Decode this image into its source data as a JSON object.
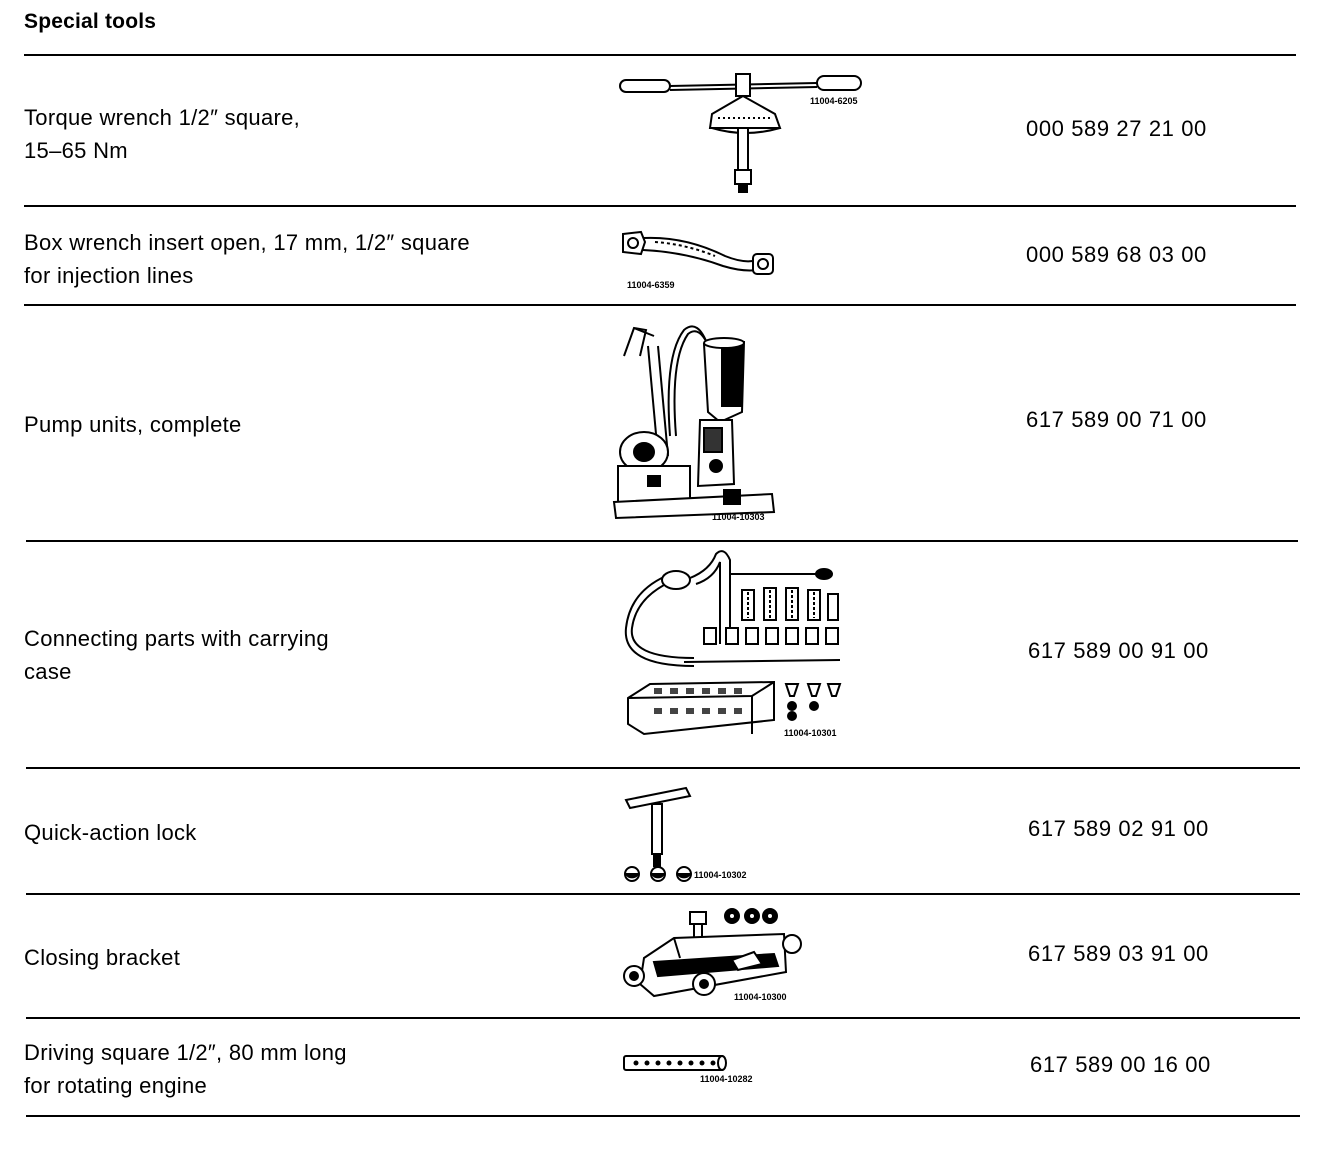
{
  "page": {
    "heading": "Special tools"
  },
  "tools": [
    {
      "description": [
        "Torque wrench 1/2″ square,",
        "15–65 Nm"
      ],
      "figure_number": "11004-6205",
      "part_number": "000 589 27 21 00",
      "illustration": "torque-wrench-icon"
    },
    {
      "description": [
        "Box wrench insert open, 17 mm, 1/2″ square",
        "for injection lines"
      ],
      "figure_number": "11004-6359",
      "part_number": "000 589 68 03 00",
      "illustration": "box-wrench-icon"
    },
    {
      "description": [
        "Pump units, complete"
      ],
      "figure_number": "11004-10303",
      "part_number": "617 589 00 71 00",
      "illustration": "pump-unit-icon"
    },
    {
      "description": [
        "Connecting parts with carrying",
        "case"
      ],
      "figure_number": "11004-10301",
      "part_number": "617 589 00 91 00",
      "illustration": "connecting-parts-case-icon"
    },
    {
      "description": [
        "Quick-action lock"
      ],
      "figure_number": "11004-10302",
      "part_number": "617 589 02 91 00",
      "illustration": "t-handle-lock-icon"
    },
    {
      "description": [
        "Closing bracket"
      ],
      "figure_number": "11004-10300",
      "part_number": "617 589 03 91 00",
      "illustration": "closing-bracket-icon"
    },
    {
      "description": [
        "Driving square 1/2″, 80 mm long",
        "for rotating engine"
      ],
      "figure_number": "11004-10282",
      "part_number": "617 589 00 16 00",
      "illustration": "driving-square-icon"
    }
  ]
}
